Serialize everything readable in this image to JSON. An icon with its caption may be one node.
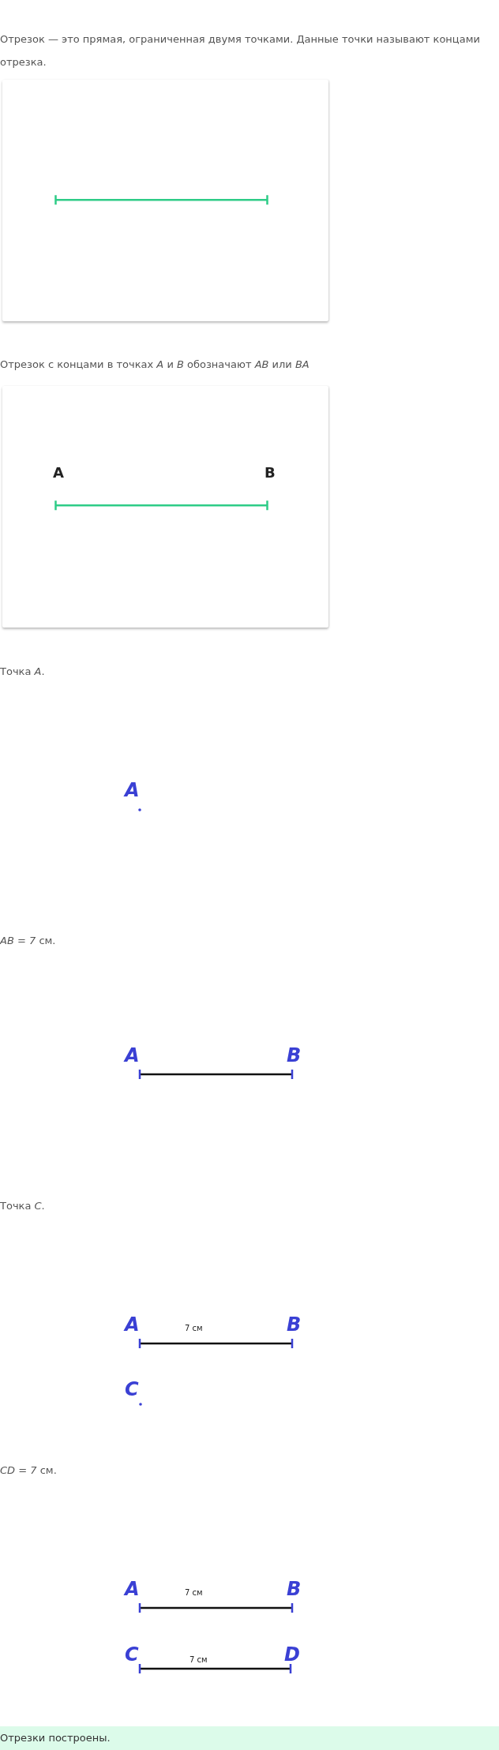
{
  "diagram": {
    "nodes": [
      {
        "text": [],
        "shape": "box"
      },
      {
        "text": [
          "A",
          "B"
        ]
      },
      {
        "text": [
          "Отрезки построены."
        ]
      }
    ],
    "labels": [
      "Отрезок — это прямая, ограниченная двумя точками. Данные точки называют концами отрезка.",
      "Отрезок с концами в точках *A* и *B* обозначают *AB* или *BA*",
      "Точка *A*.",
      "A",
      "*AB* = *7* см.",
      "A",
      "B",
      "Точка *C*.",
      "A",
      "7 см",
      "B",
      "C",
      "*CD* = *7* см.",
      "A",
      "7 см",
      "B",
      "C",
      "7 см",
      "D"
    ]
  }
}
